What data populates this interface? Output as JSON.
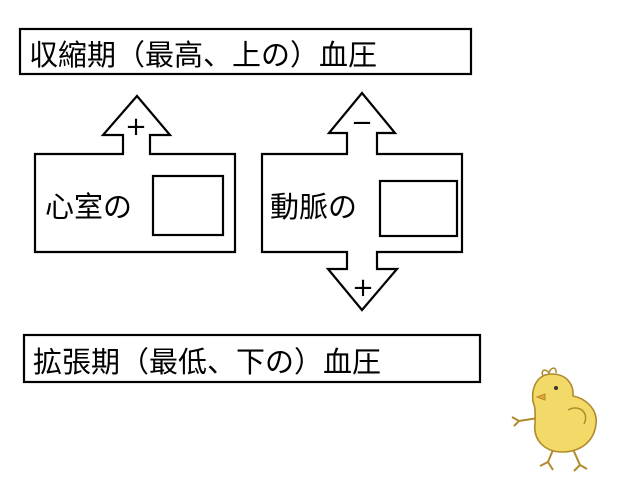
{
  "systolic_label": "収縮期（最高、上の）血圧",
  "diastolic_label": "拡張期（最低、下の）血圧",
  "ventricle_label": "心室の",
  "artery_label": "動脈の",
  "ventricle_up_sign": "+",
  "artery_up_sign": "−",
  "artery_down_sign": "+",
  "colors": {
    "stroke": "#000000",
    "background": "#ffffff",
    "chick_fill": "#f3da68",
    "chick_outline": "#b08a2c",
    "chick_beak": "#f0a23a"
  },
  "icons": {
    "mascot": "chick-icon"
  }
}
